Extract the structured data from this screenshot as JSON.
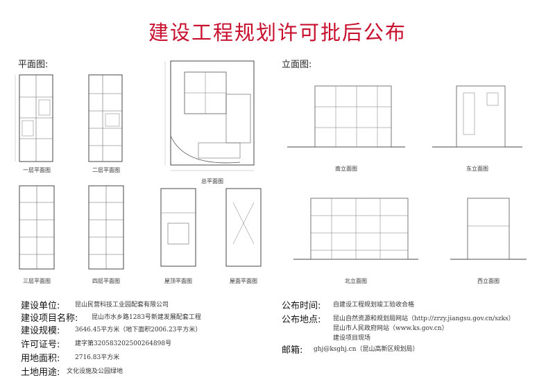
{
  "title": "建设工程规划许可批后公布",
  "plan_label": "平面图:",
  "elevation_label": "立面图:",
  "plans": [
    {
      "caption": "一层平面图"
    },
    {
      "caption": "二层平面图"
    },
    {
      "caption": "总平面图"
    },
    {
      "caption": "三层平面图"
    },
    {
      "caption": "四层平面图"
    },
    {
      "caption": "屋顶平面图"
    },
    {
      "caption": "屋面平面图"
    }
  ],
  "elevations": [
    {
      "caption": "南立面图"
    },
    {
      "caption": "东立面图"
    },
    {
      "caption": "北立面图"
    },
    {
      "caption": "西立面图"
    }
  ],
  "info_left": [
    {
      "label": "建设单位:",
      "value": "昆山民营科技工业园配套有限公司"
    },
    {
      "label": "建设项目名称:",
      "value": "昆山市水乡路1283号新建发展配套工程"
    },
    {
      "label": "建设规模:",
      "value": "3646.45平方米（地下面积2006.23平方米）"
    },
    {
      "label": "许可证号:",
      "value": "建字第320583202500264898号"
    },
    {
      "label": "用地面积:",
      "value": "2716.83平方米"
    },
    {
      "label": "土地用途:",
      "value": "文化设施及公园绿地"
    }
  ],
  "info_right": {
    "time_label": "公布时间:",
    "time_value": "自建设工程规划竣工验收合格",
    "place_label": "公布地点:",
    "place_values": [
      "昆山自然资源和规划局网站（http://zrzy.jiangsu.gov.cn/szks）",
      "昆山市人民政府网站（www.ks.gov.cn）",
      "建设项目现场"
    ],
    "mail_label": "邮箱:",
    "mail_value": "ghj@ksghj.cn（昆山高新区规划局）"
  },
  "colors": {
    "title": "#c8102e",
    "line": "#444444"
  }
}
